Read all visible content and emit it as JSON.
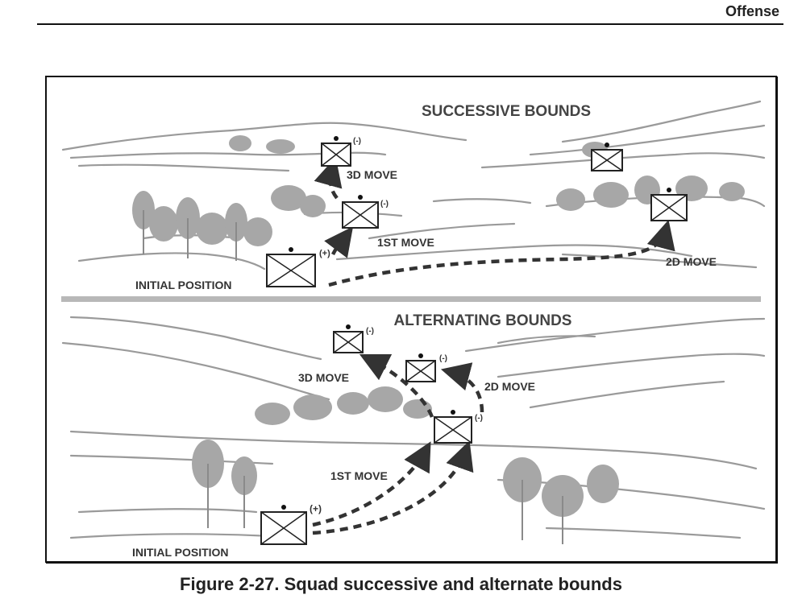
{
  "header": {
    "section": "Offense"
  },
  "caption": "Figure 2-27. Squad successive and alternate bounds",
  "panels": {
    "top": {
      "title": "SUCCESSIVE BOUNDS",
      "labels": {
        "initial": "INITIAL POSITION",
        "move1": "1ST MOVE",
        "move2": "2D MOVE",
        "move3": "3D MOVE"
      },
      "units": {
        "initial": "(+)",
        "first": "(-)",
        "third": "(-)"
      }
    },
    "bottom": {
      "title": "ALTERNATING BOUNDS",
      "labels": {
        "initial": "INITIAL POSITION",
        "move1": "1ST MOVE",
        "move2": "2D MOVE",
        "move3": "3D MOVE"
      },
      "units": {
        "initial": "(+)",
        "first": "(-)",
        "second": "(-)",
        "third": "(-)"
      }
    }
  }
}
